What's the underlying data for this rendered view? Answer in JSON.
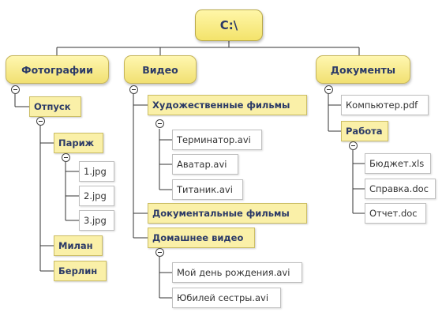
{
  "root": {
    "label": "C:\\"
  },
  "photos": {
    "label": "Фотографии",
    "vacation": "Отпуск",
    "paris": "Париж",
    "files": [
      "1.jpg",
      "2.jpg",
      "3.jpg"
    ],
    "milan": "Милан",
    "berlin": "Берлин"
  },
  "video": {
    "label": "Видео",
    "feature_films": "Художественные фильмы",
    "films": [
      "Терминатор.avi",
      "Аватар.avi",
      "Титаник.avi"
    ],
    "documentaries": "Документальные фильмы",
    "home_video": "Домашнее видео",
    "home_files": [
      "Мой день рождения.avi",
      "Юбилей сестры.avi"
    ]
  },
  "documents": {
    "label": "Документы",
    "computer_pdf": "Компьютер.pdf",
    "work": "Работа",
    "work_files": [
      "Бюджет.xls",
      "Справка.doc",
      "Отчет.doc"
    ]
  },
  "colors": {
    "node_fill": "#f1e072",
    "folder_fill": "#faf0a8",
    "label_text": "#2b3a67",
    "connector": "#333333"
  }
}
